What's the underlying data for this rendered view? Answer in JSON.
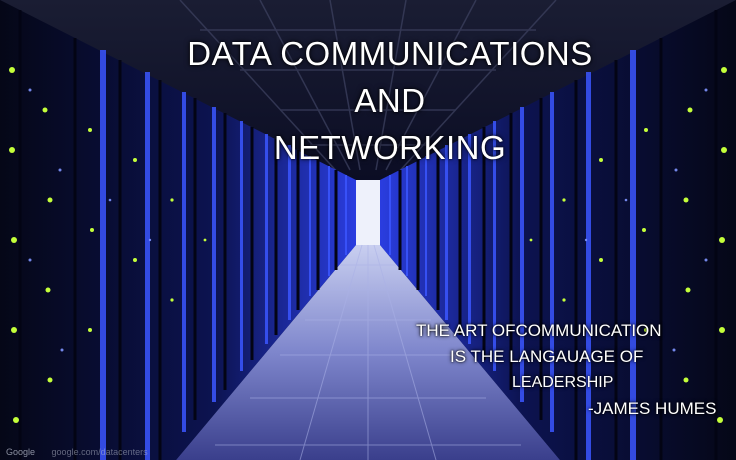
{
  "slide": {
    "title_lines": [
      "DATA COMMUNICATIONS",
      "AND",
      "NETWORKING"
    ],
    "quote_lines": [
      "THE ART OFCOMMUNICATION",
      "IS THE LANGAUAGE OF",
      "LEADERSHIP",
      "-JAMES HUMES"
    ],
    "background": "server data center aisle with blue-lit racks",
    "watermark": {
      "logo": "Google",
      "url": "google.com/datacenters"
    }
  },
  "colors": {
    "text": "#ffffff",
    "rack_light": "#2f4bff",
    "led_green": "#b6ff3a",
    "floor": "#8f97d8"
  }
}
